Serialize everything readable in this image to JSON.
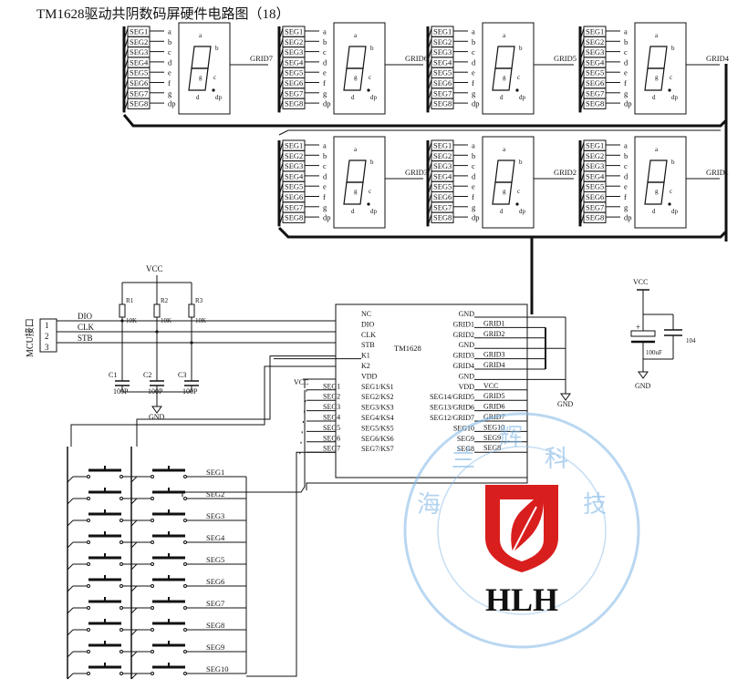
{
  "title": "TM1628驱动共阴数码屏硬件电路图（18）",
  "seg_labels": [
    "SEG1",
    "SEG2",
    "SEG3",
    "SEG4",
    "SEG5",
    "SEG6",
    "SEG7",
    "SEG8"
  ],
  "digit_pins": [
    "a",
    "b",
    "c",
    "d",
    "e",
    "f",
    "g",
    "dp"
  ],
  "digit_inner": {
    "top": "a",
    "up_right": "b",
    "low_right": "c",
    "bottom": "d",
    "mid": "g",
    "dp": "dp"
  },
  "grids": [
    "GRID7",
    "GRID6",
    "GRID5",
    "GRID4",
    "GRID3",
    "GRID2",
    "GRID1"
  ],
  "mcu": {
    "label": "MCU接口",
    "pins": [
      "1",
      "2",
      "3"
    ],
    "signals": [
      "DIO",
      "CLK",
      "STB"
    ]
  },
  "vcc": "VCC",
  "gnd": "GND",
  "resistors": [
    {
      "name": "R1",
      "value": "10K"
    },
    {
      "name": "R2",
      "value": "10K"
    },
    {
      "name": "R3",
      "value": "10K"
    }
  ],
  "capacitors": [
    {
      "name": "C1",
      "value": "100P"
    },
    {
      "name": "C2",
      "value": "100P"
    },
    {
      "name": "C3",
      "value": "100P"
    }
  ],
  "chip": {
    "name": "TM1628",
    "left_pins": [
      "NC",
      "DIO",
      "CLK",
      "STB",
      "K1",
      "K2",
      "VDD",
      "SEG1/KS1",
      "SEG2/KS2",
      "SEG3/KS3",
      "SEG4/KS4",
      "SEG5/KS5",
      "SEG6/KS6",
      "SEG7/KS7"
    ],
    "right_pins": [
      "GND",
      "GRID1",
      "GRID2",
      "GND",
      "GRID3",
      "GRID4",
      "GND",
      "VDD",
      "SEG14/GRID5",
      "SEG13/GRID6",
      "SEG12/GRID7",
      "SEG10",
      "SEG9",
      "SEG8"
    ],
    "right_nets": [
      "",
      "GRID1",
      "GRID2",
      "",
      "GRID3",
      "GRID4",
      "",
      "VCC",
      "GRID5",
      "GRID6",
      "GRID7",
      "SEG10",
      "SEG9",
      "SEG8"
    ]
  },
  "seg_left_nets": [
    "SEG1",
    "SEG2",
    "SEG3",
    "SEG4",
    "SEG5",
    "SEG6",
    "SEG7"
  ],
  "key_rows": [
    "SEG1",
    "SEG2",
    "SEG3",
    "SEG4",
    "SEG5",
    "SEG6",
    "SEG7",
    "SEG8",
    "SEG9",
    "SEG10"
  ],
  "power": {
    "vcc": "VCC",
    "cap_electrolytic": "100uF",
    "cap_ceramic": "104",
    "gnd": "GND",
    "plus": "+"
  },
  "watermark": {
    "letters": "HLH",
    "chars": [
      "海",
      "兰",
      "辉",
      "科",
      "技"
    ]
  },
  "colors": {
    "line": "#111111",
    "watermark_blue": "#7fb6e6",
    "logo_red": "#d91e1e"
  }
}
